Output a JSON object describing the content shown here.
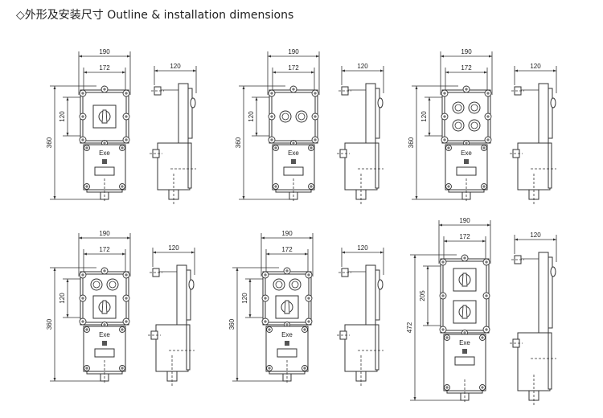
{
  "title": "◇外形及安装尺寸 Outline & installation dimensions",
  "label_text": "Exe",
  "colors": {
    "line": "#333333",
    "fill": "#ffffff"
  },
  "drawings": [
    {
      "name": "single-knob",
      "content": "knob",
      "width_outer": "190",
      "width_inner": "172",
      "depth": "120",
      "height_total": "360",
      "mount_spacing": "120",
      "tall": false
    },
    {
      "name": "two-buttons",
      "content": "two-buttons",
      "width_outer": "190",
      "width_inner": "172",
      "depth": "120",
      "height_total": "360",
      "mount_spacing": "120",
      "tall": false
    },
    {
      "name": "four-buttons",
      "content": "four-buttons",
      "width_outer": "190",
      "width_inner": "172",
      "depth": "120",
      "height_total": "360",
      "mount_spacing": "120",
      "tall": false
    },
    {
      "name": "buttons-and-knob",
      "content": "buttons-knob",
      "width_outer": "190",
      "width_inner": "172",
      "depth": "120",
      "height_total": "360",
      "mount_spacing": "120",
      "tall": false
    },
    {
      "name": "buttons-and-knob-2",
      "content": "buttons-knob",
      "width_outer": "190",
      "width_inner": "172",
      "depth": "120",
      "height_total": "360",
      "mount_spacing": "120",
      "tall": false
    },
    {
      "name": "two-knobs",
      "content": "two-knobs",
      "width_outer": "190",
      "width_inner": "172",
      "depth": "120",
      "height_total": "472",
      "mount_spacing": "205",
      "tall": true
    }
  ]
}
